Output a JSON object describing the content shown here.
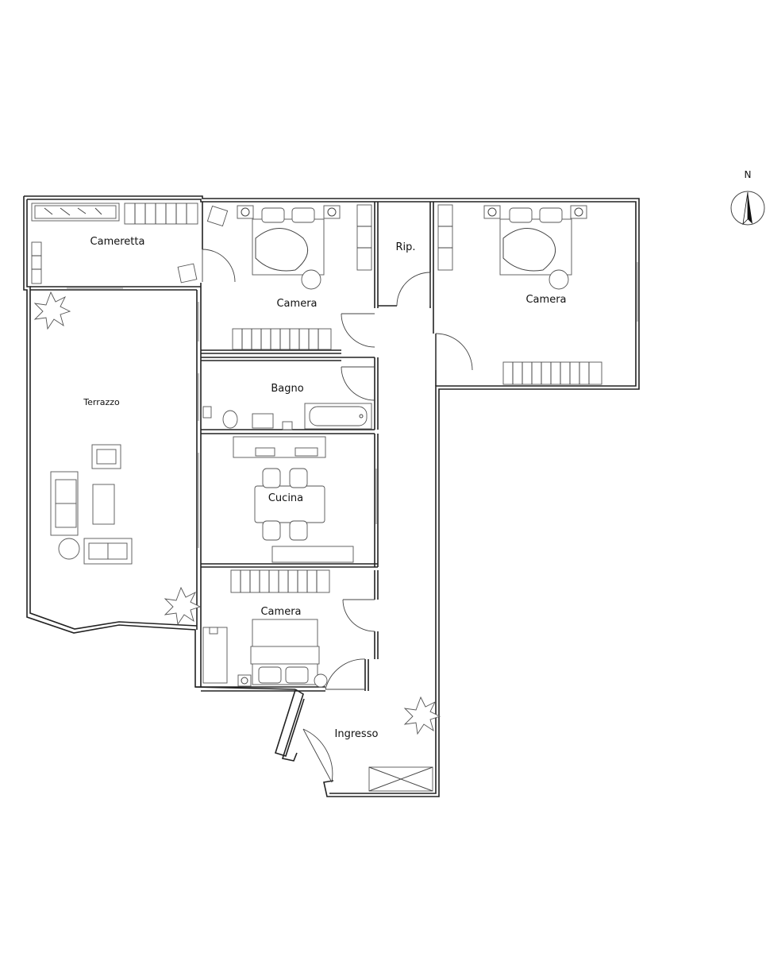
{
  "compass": {
    "label": "N"
  },
  "rooms": {
    "cameretta": "Cameretta",
    "camera_1": "Camera",
    "ripostiglio": "Rip.",
    "camera_2": "Camera",
    "terrazzo": "Terrazzo",
    "bagno": "Bagno",
    "cucina": "Cucina",
    "camera_3": "Camera",
    "ingresso": "Ingresso"
  },
  "icons": [
    "north-arrow-icon",
    "plant-icon",
    "bed-icon",
    "wardrobe-icon",
    "door-swing-icon",
    "sofa-icon",
    "table-icon",
    "chair-icon",
    "bathtub-icon",
    "toilet-icon",
    "sink-icon"
  ]
}
